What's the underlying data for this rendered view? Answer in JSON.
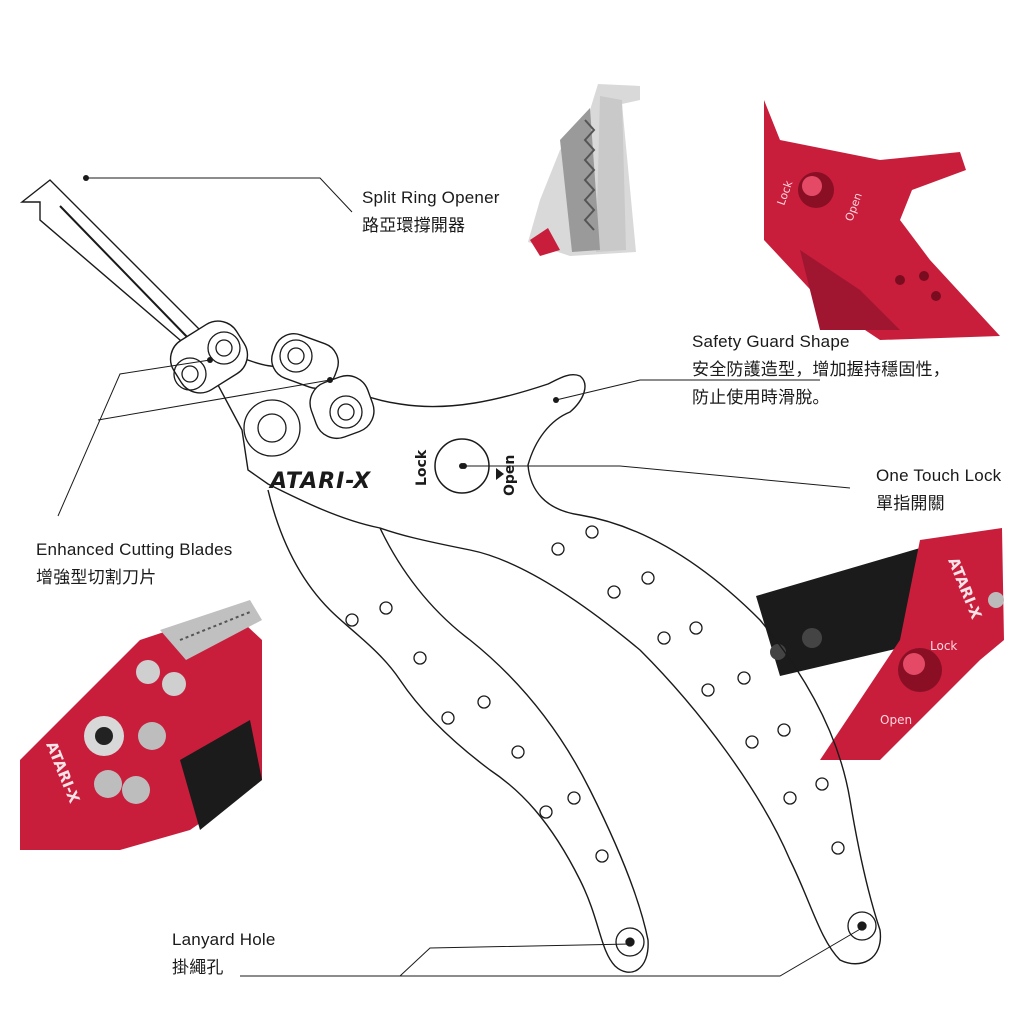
{
  "product": {
    "brand_logo": "ATARI-X",
    "lock_label": "Lock",
    "open_label": "Open"
  },
  "callouts": [
    {
      "id": "split-ring-opener",
      "en": "Split Ring Opener",
      "zh": "路亞環撐開器"
    },
    {
      "id": "safety-guard",
      "en": "Safety Guard Shape",
      "zh": "安全防護造型，增加握持穩固性，",
      "zh2": "防止使用時滑脫。"
    },
    {
      "id": "one-touch-lock",
      "en": "One Touch Lock",
      "zh": "單指開關"
    },
    {
      "id": "cutting-blades",
      "en": "Enhanced Cutting Blades",
      "zh": "增強型切割刀片"
    },
    {
      "id": "lanyard-hole",
      "en": "Lanyard Hole",
      "zh": "掛繩孔"
    }
  ],
  "colors": {
    "line": "#1a1a1a",
    "anodized_red": "#c81e3c",
    "anodized_red_dark": "#8a0f24",
    "steel": "#b8b8b8",
    "steel_dark": "#555555",
    "black": "#1b1b1b"
  }
}
